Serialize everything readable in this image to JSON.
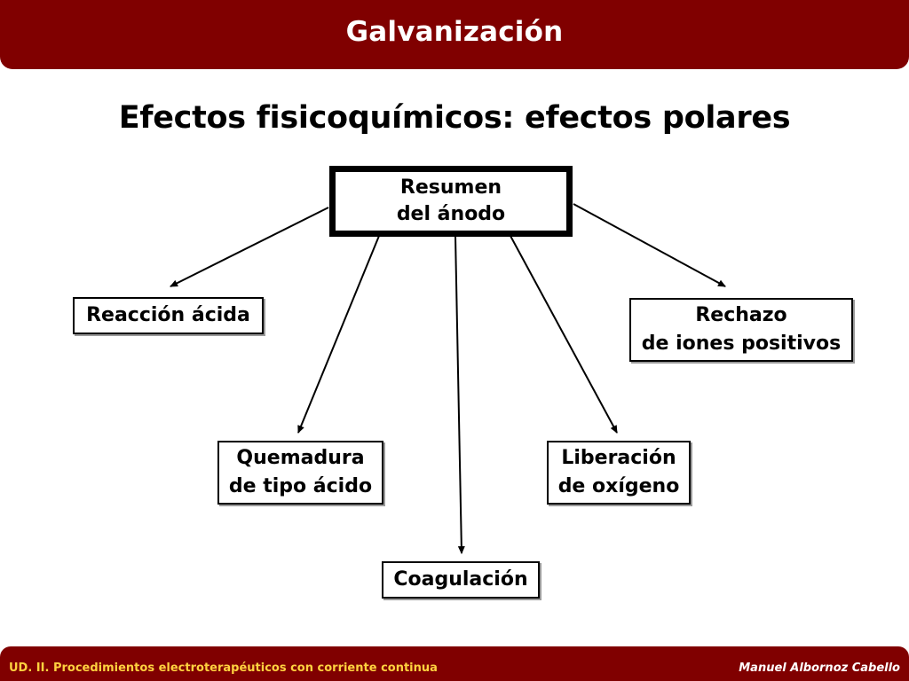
{
  "header": {
    "title": "Galvanización"
  },
  "main": {
    "title": "Efectos fisicoquímicos: efectos polares",
    "diagram": {
      "root": "Resumen\ndel ánodo",
      "effects": {
        "acid_reaction": "Reacción ácida",
        "positive_ion_rejection": "Rechazo\nde iones positivos",
        "acid_burn": "Quemadura\nde tipo ácido",
        "oxygen_release": "Liberación\nde oxígeno",
        "coagulation": "Coagulación"
      }
    }
  },
  "footer": {
    "left": "UD. II. Procedimientos electroterapéuticos con corriente continua",
    "right": "Manuel Albornoz Cabello"
  },
  "colors": {
    "bar": "#800000",
    "footer_left_text": "#ffd23f"
  }
}
